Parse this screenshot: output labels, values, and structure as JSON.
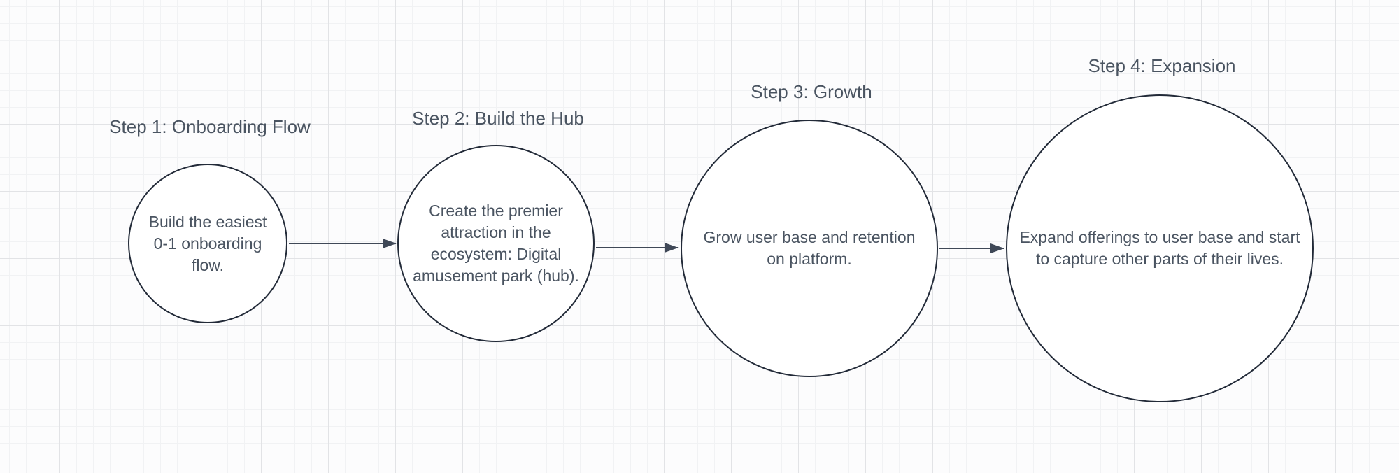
{
  "diagram": {
    "steps": [
      {
        "title": "Step 1: Onboarding Flow",
        "description": "Build the easiest\n0-1 onboarding\nflow."
      },
      {
        "title": "Step 2: Build the Hub",
        "description": "Create the premier\nattraction in the\necosystem: Digital\namusement park (hub)."
      },
      {
        "title": "Step 3: Growth",
        "description": "Grow user base and retention\non platform."
      },
      {
        "title": "Step 4: Expansion",
        "description": "Expand offerings to user base and start\nto capture other parts of their lives."
      }
    ],
    "connectors": [
      {
        "from": "Step 1: Onboarding Flow",
        "to": "Step 2: Build the Hub"
      },
      {
        "from": "Step 2: Build the Hub",
        "to": "Step 3: Growth"
      },
      {
        "from": "Step 3: Growth",
        "to": "Step 4: Expansion"
      }
    ],
    "colors": {
      "canvas_background": "#fcfcfd",
      "grid_minor": "#f1f2f4",
      "grid_major": "#e2e3e6",
      "shape_fill": "#ffffff",
      "shape_stroke": "#222a38",
      "connector": "#3f4857",
      "text": "#4a5461"
    }
  }
}
